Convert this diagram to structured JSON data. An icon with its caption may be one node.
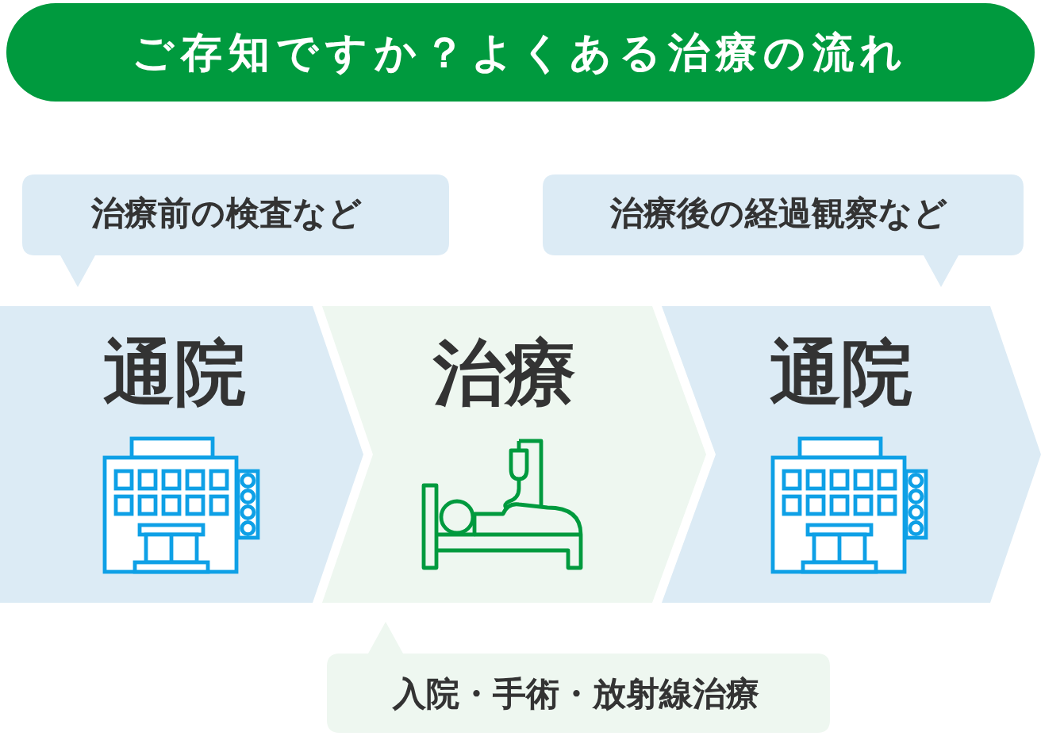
{
  "diagram": {
    "title": "ご存知ですか？よくある治療の流れ",
    "nodes": [
      {
        "text": [
          "治療前の検査など"
        ]
      },
      {
        "text": [
          "治療後の経過観察など"
        ]
      },
      {
        "text": [
          "通院"
        ]
      },
      {
        "text": [
          "治療"
        ]
      },
      {
        "text": [
          "通院"
        ]
      },
      {
        "text": [
          "入院・手術・放射線治療"
        ]
      }
    ]
  }
}
